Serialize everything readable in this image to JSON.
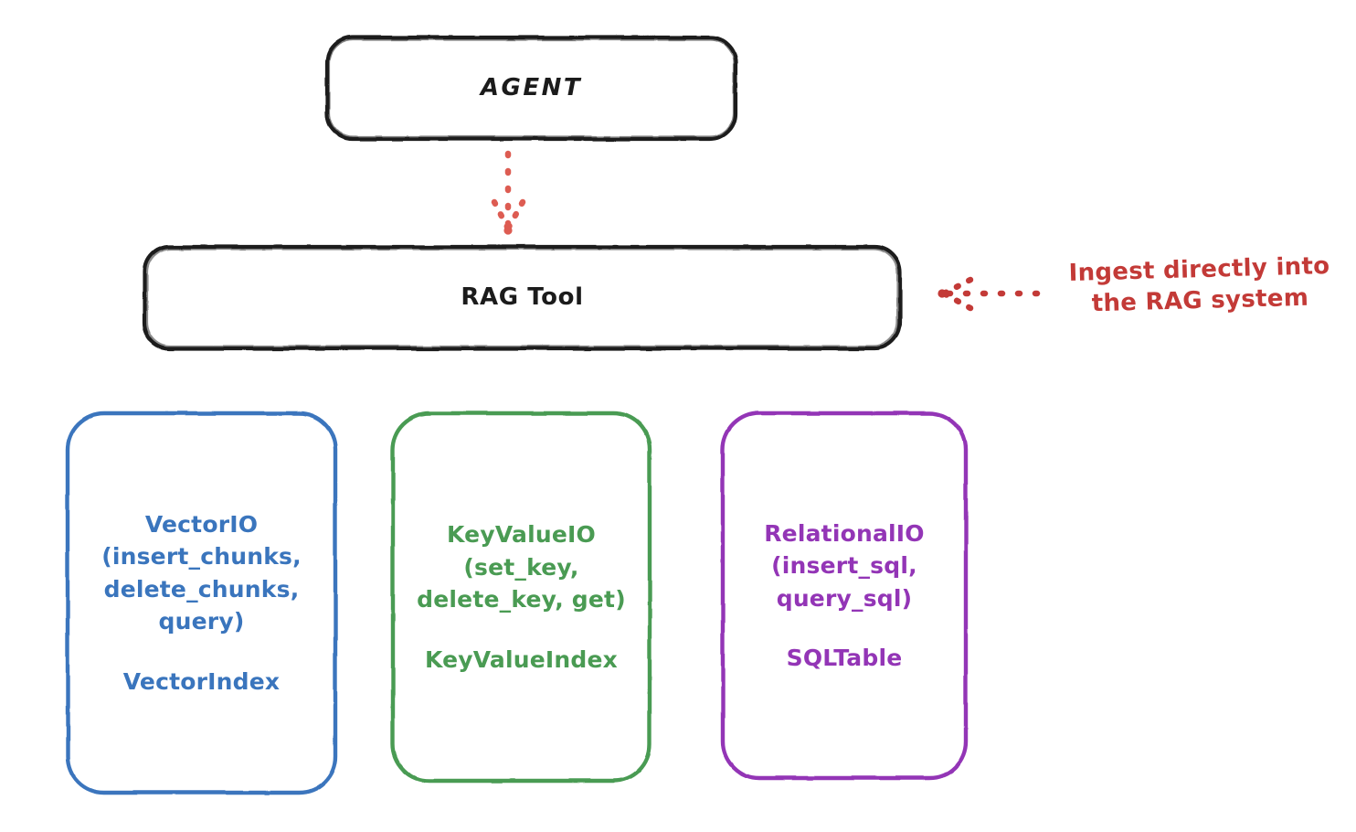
{
  "diagram": {
    "title_node": {
      "label": "AGENT"
    },
    "tool_node": {
      "label": "RAG Tool"
    },
    "annotation": {
      "text": "Ingest directly into\nthe RAG system",
      "color": "#c33a37",
      "arrow": "dotted-arrow-left-icon"
    },
    "arrow_agent_to_tool": {
      "name": "dotted-arrow-down-icon",
      "color": "#dd5c52"
    },
    "providers": [
      {
        "id": "vector-io",
        "interface": "VectorIO\n(insert_chunks,\ndelete_chunks,\nquery)",
        "store": "VectorIndex",
        "color": "#3a75bd"
      },
      {
        "id": "key-value-io",
        "interface": "KeyValueIO\n(set_key,\ndelete_key, get)",
        "store": "KeyValueIndex",
        "color": "#4a9b53"
      },
      {
        "id": "relational-io",
        "interface": "RelationalIO\n(insert_sql,\nquery_sql)",
        "store": "SQLTable",
        "color": "#9335b6"
      }
    ],
    "stroke_black": "#1b1b1b",
    "background": "#ffffff"
  }
}
